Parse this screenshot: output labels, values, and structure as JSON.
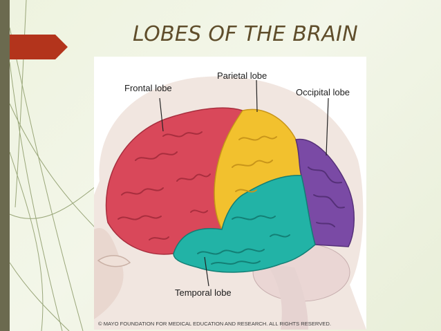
{
  "slide": {
    "title": "LOBES OF THE BRAIN",
    "accent_color": "#b3341c",
    "sidebar_color": "#6b6a4f"
  },
  "diagram": {
    "labels": {
      "frontal": "Frontal lobe",
      "parietal": "Parietal lobe",
      "occipital": "Occipital lobe",
      "temporal": "Temporal lobe"
    },
    "lobe_colors": {
      "frontal": "#d9485a",
      "parietal": "#f2c12e",
      "occipital": "#7a4aa5",
      "temporal": "#22b3a6"
    },
    "copyright": "© MAYO FOUNDATION FOR MEDICAL EDUCATION AND RESEARCH. ALL RIGHTS RESERVED."
  }
}
